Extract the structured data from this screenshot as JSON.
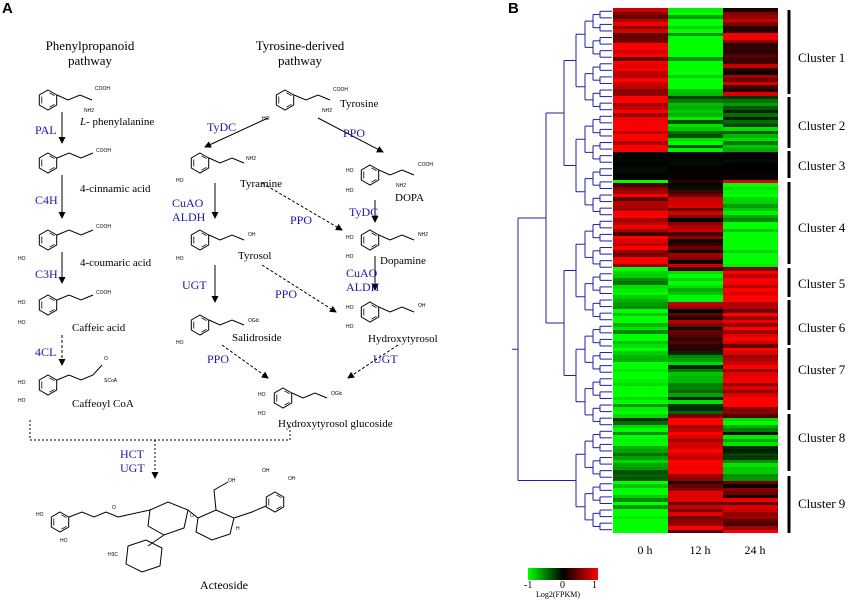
{
  "panel_a": {
    "letter": "A",
    "pathway_left": [
      "Phenylpropanoid",
      "pathway"
    ],
    "pathway_right": [
      "Tyrosine-derived",
      "pathway"
    ],
    "compounds": {
      "phe_prefix": "L-",
      "phe_rest": " phenylalanine",
      "cinnamic": "4-cinnamic acid",
      "coumaric": "4-coumaric acid",
      "caffeic": "Caffeic acid",
      "caffeoyl": "Caffeoyl CoA",
      "tyrosine": "Tyrosine",
      "tyramine": "Tyramine",
      "dopa": "DOPA",
      "tyrosol": "Tyrosol",
      "dopamine": "Dopamine",
      "salidroside": "Salidroside",
      "hydroxytyrosol": "Hydroxytyrosol",
      "ht_glucoside": "Hydroxytyrosol glucoside",
      "acteoside": "Acteoside"
    },
    "enzymes": {
      "pal": "PAL",
      "c4h": "C4H",
      "c3h": "C3H",
      "fourcl": "4CL",
      "tydc1": "TyDC",
      "ppo1": "PPO",
      "cuao1": "CuAO",
      "aldh1": "ALDH",
      "ppo2": "PPO",
      "tydc2": "TyDC",
      "ugt1": "UGT",
      "ppo3": "PPO",
      "cuao2": "CuAO",
      "aldh2": "ALDH",
      "ppo4": "PPO",
      "ugt2": "UGT",
      "hct": "HCT",
      "ugt3": "UGT"
    },
    "atoms": {
      "cooh": "COOH",
      "nh2": "NH2",
      "oh": "OH",
      "ho": "HO",
      "ogl": "OGlc",
      "scoa": "SCoA",
      "o": "O",
      "h": "H",
      "h3c": "H3C"
    }
  },
  "panel_b": {
    "letter": "B",
    "heatmap_colors": {
      "low": "#00ff00",
      "mid": "#000000",
      "high": "#ff0000"
    },
    "columns": [
      "0 h",
      "12 h",
      "24 h"
    ],
    "clusters": [
      "Cluster 1",
      "Cluster 2",
      "Cluster 3",
      "Cluster 4",
      "Cluster 5",
      "Cluster 6",
      "Cluster 7",
      "Cluster 8",
      "Cluster 9"
    ],
    "legend": {
      "min": "-1",
      "mid": "0",
      "max": "1",
      "title": "Log2(FPKM)"
    }
  }
}
